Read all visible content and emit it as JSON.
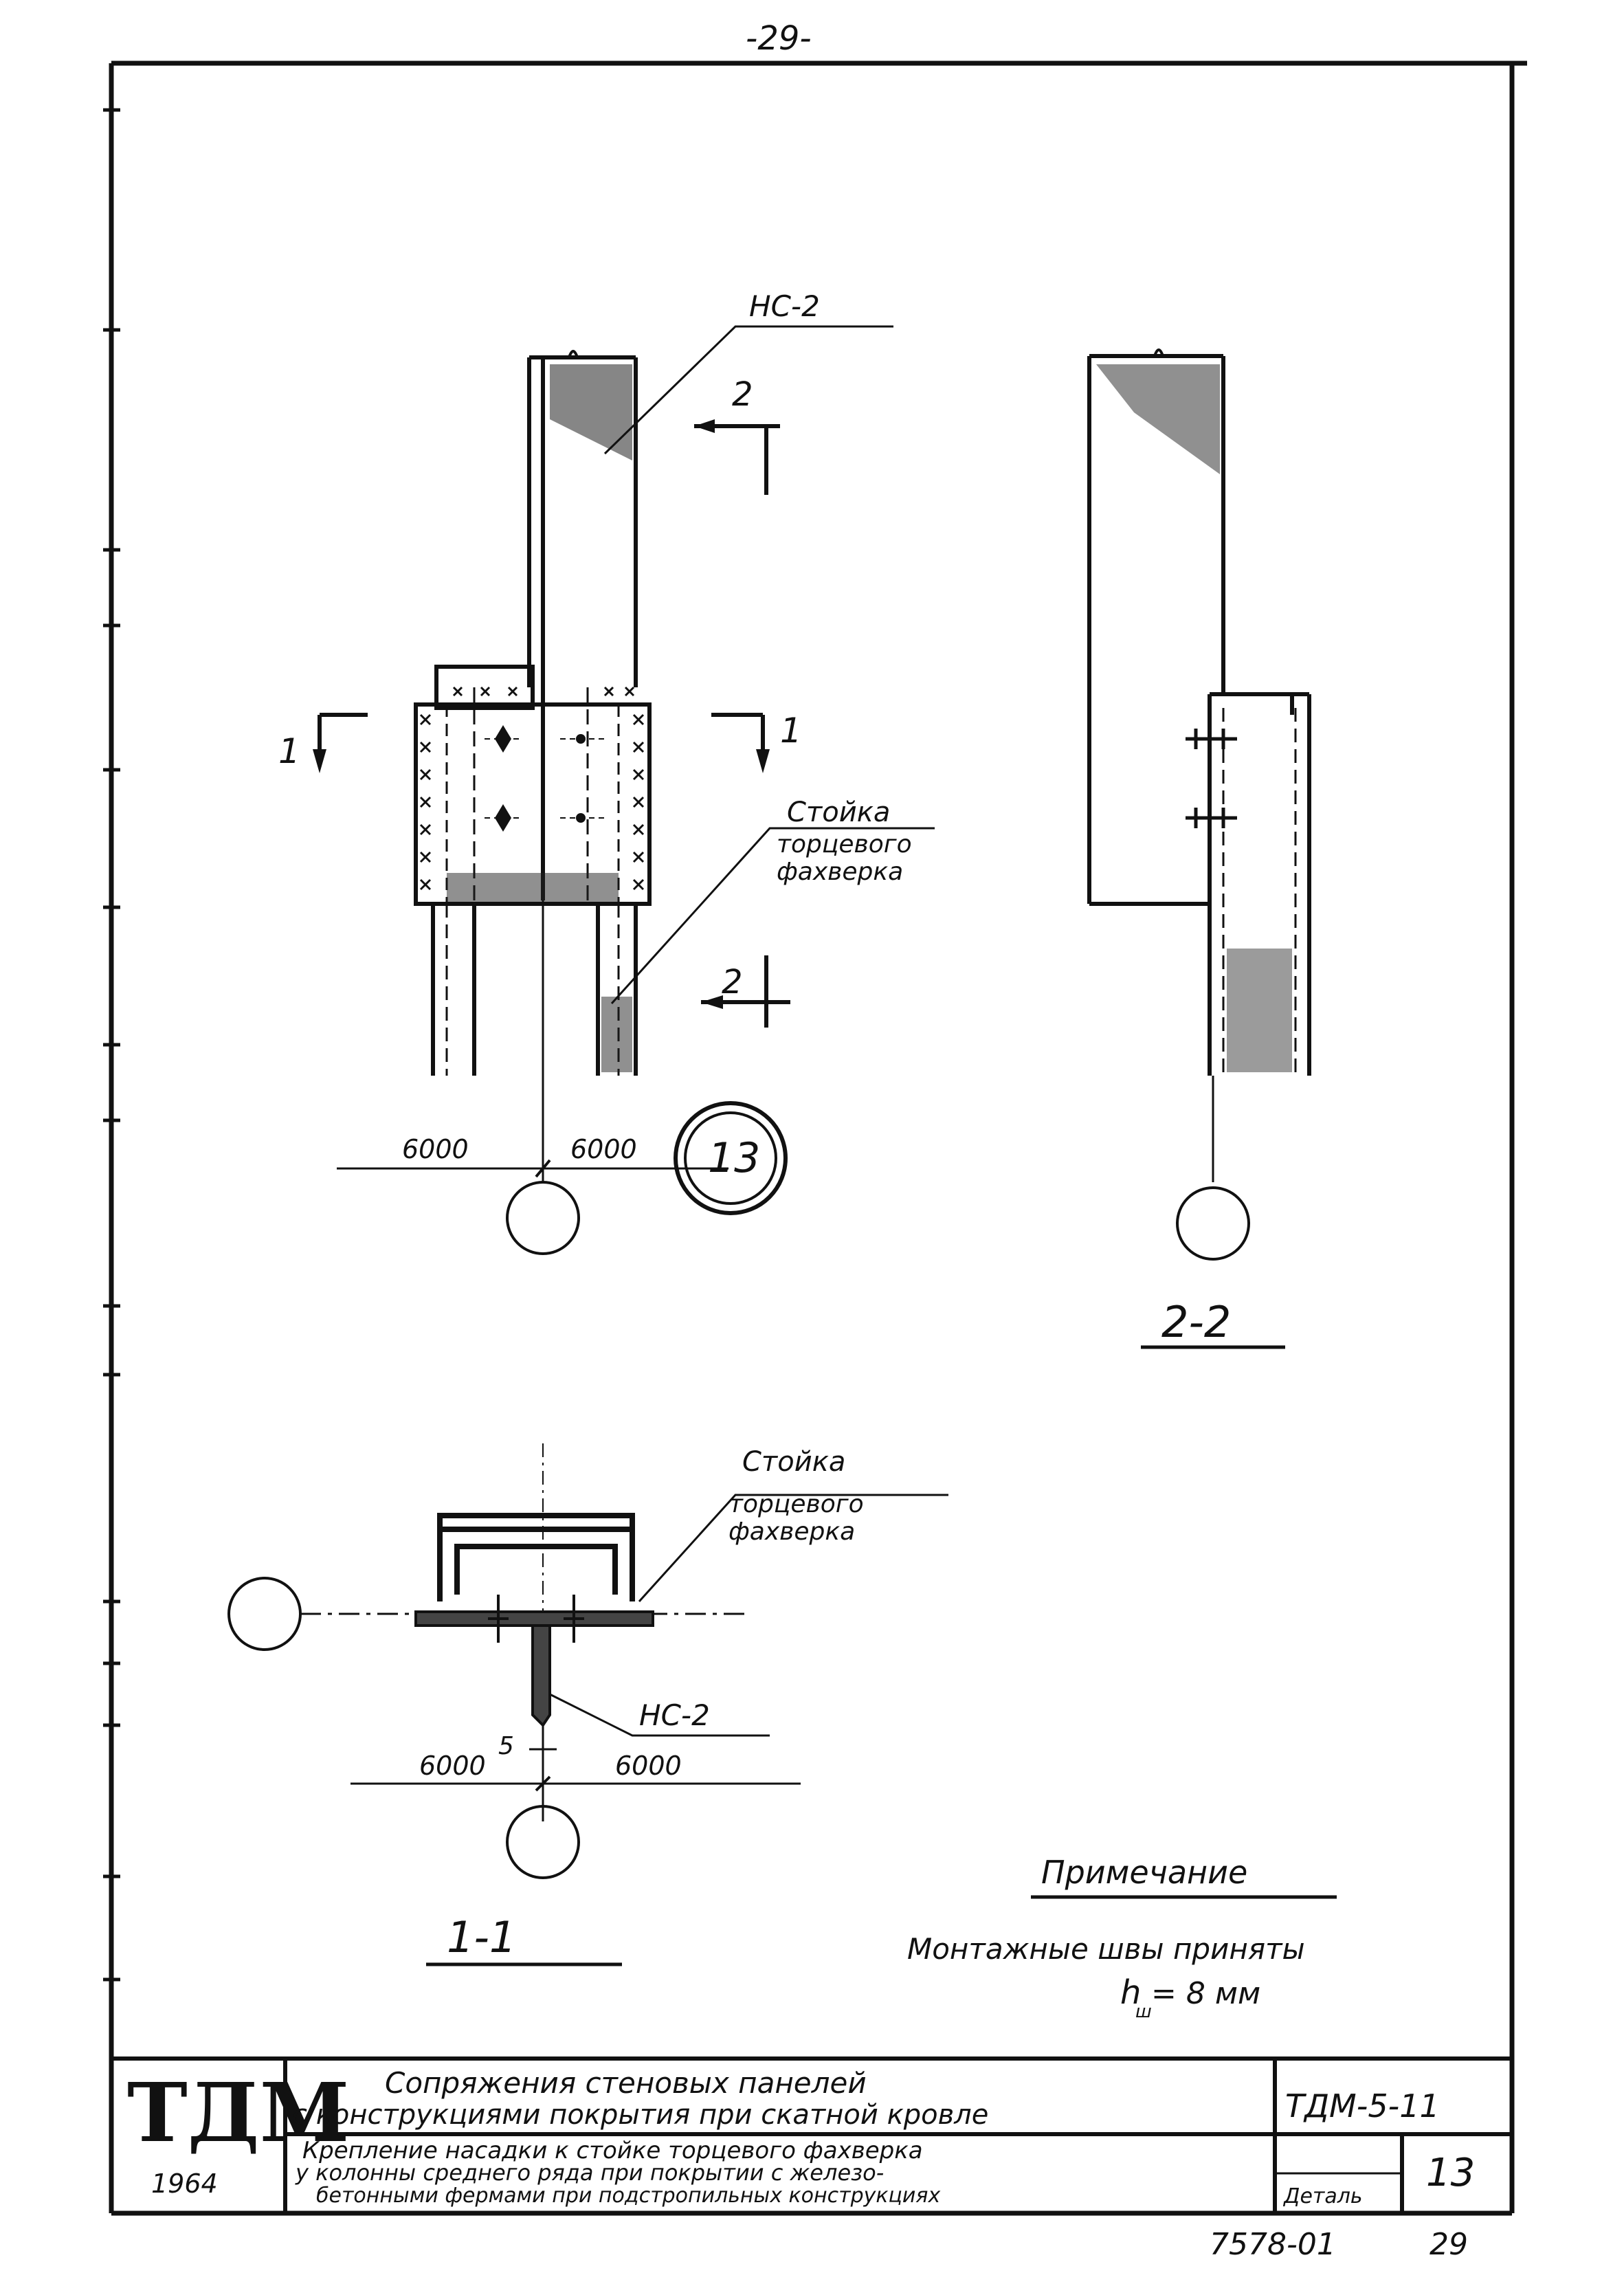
{
  "page_number": "-29-",
  "labels": {
    "nc2_top": "НС-2",
    "section_mark_2": "2",
    "section_mark_1": "1",
    "column_label_line1": "Стойка",
    "column_label_line2": "торцевого",
    "column_label_line3": "фахверка",
    "dim_left": "6000",
    "dim_right": "6000",
    "detail_number": "13",
    "view_2_2": "2-2",
    "view_1_1": "1-1",
    "nc2_bottom": "НС-2",
    "weld_5": "5",
    "dim_left_2": "6000",
    "dim_right_2": "6000"
  },
  "note": {
    "title": "Примечание",
    "line1": "Монтажные швы приняты",
    "line2": "h",
    "line2_sub": "ш",
    "line2_rest": "= 8 мм"
  },
  "title_block": {
    "logo": "ТДМ",
    "year": "1964",
    "title_line1": "Сопряжения стеновых панелей",
    "title_line2": "с конструкциями покрытия при скатной кровле",
    "code": "ТДМ-5-11",
    "desc_line1": "Крепление насадки к стойке торцевого фахверка",
    "desc_line2": "у колонны среднего ряда при покрытии с железо-",
    "desc_line3": "бетонными фермами при подстропильных конструкциях",
    "detail_label": "Деталь",
    "detail_value": "13"
  },
  "footer": {
    "doc_number": "7578-01",
    "sheet_number": "29"
  }
}
